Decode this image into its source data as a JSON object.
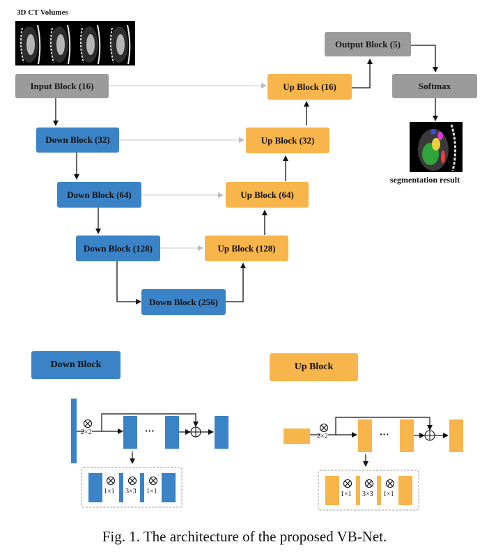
{
  "volumes_label": "3D CT Volumes",
  "blocks": {
    "input": "Input Block (16)",
    "down32": "Down Block (32)",
    "down64": "Down Block (64)",
    "down128": "Down Block (128)",
    "down256": "Down Block (256)",
    "up128": "Up Block (128)",
    "up64": "Up Block (64)",
    "up32": "Up Block (32)",
    "up16": "Up Block (16)",
    "output": "Output Block (5)",
    "softmax": "Softmax"
  },
  "segmentation_label": "segmentation result",
  "legend": {
    "down_title": "Down Block",
    "up_title": "Up Block",
    "conv2": "2×2",
    "conv1a": "1×1",
    "conv3": "3×3",
    "conv1b": "1×1",
    "dots": "···"
  },
  "caption": "Fig. 1. The architecture of the proposed VB-Net.",
  "colors": {
    "gray": "#9b9b9b",
    "blue": "#3a83c6",
    "orange": "#f8b54b"
  },
  "icons": [
    "multiply-circle-icon",
    "plus-circle-icon"
  ]
}
